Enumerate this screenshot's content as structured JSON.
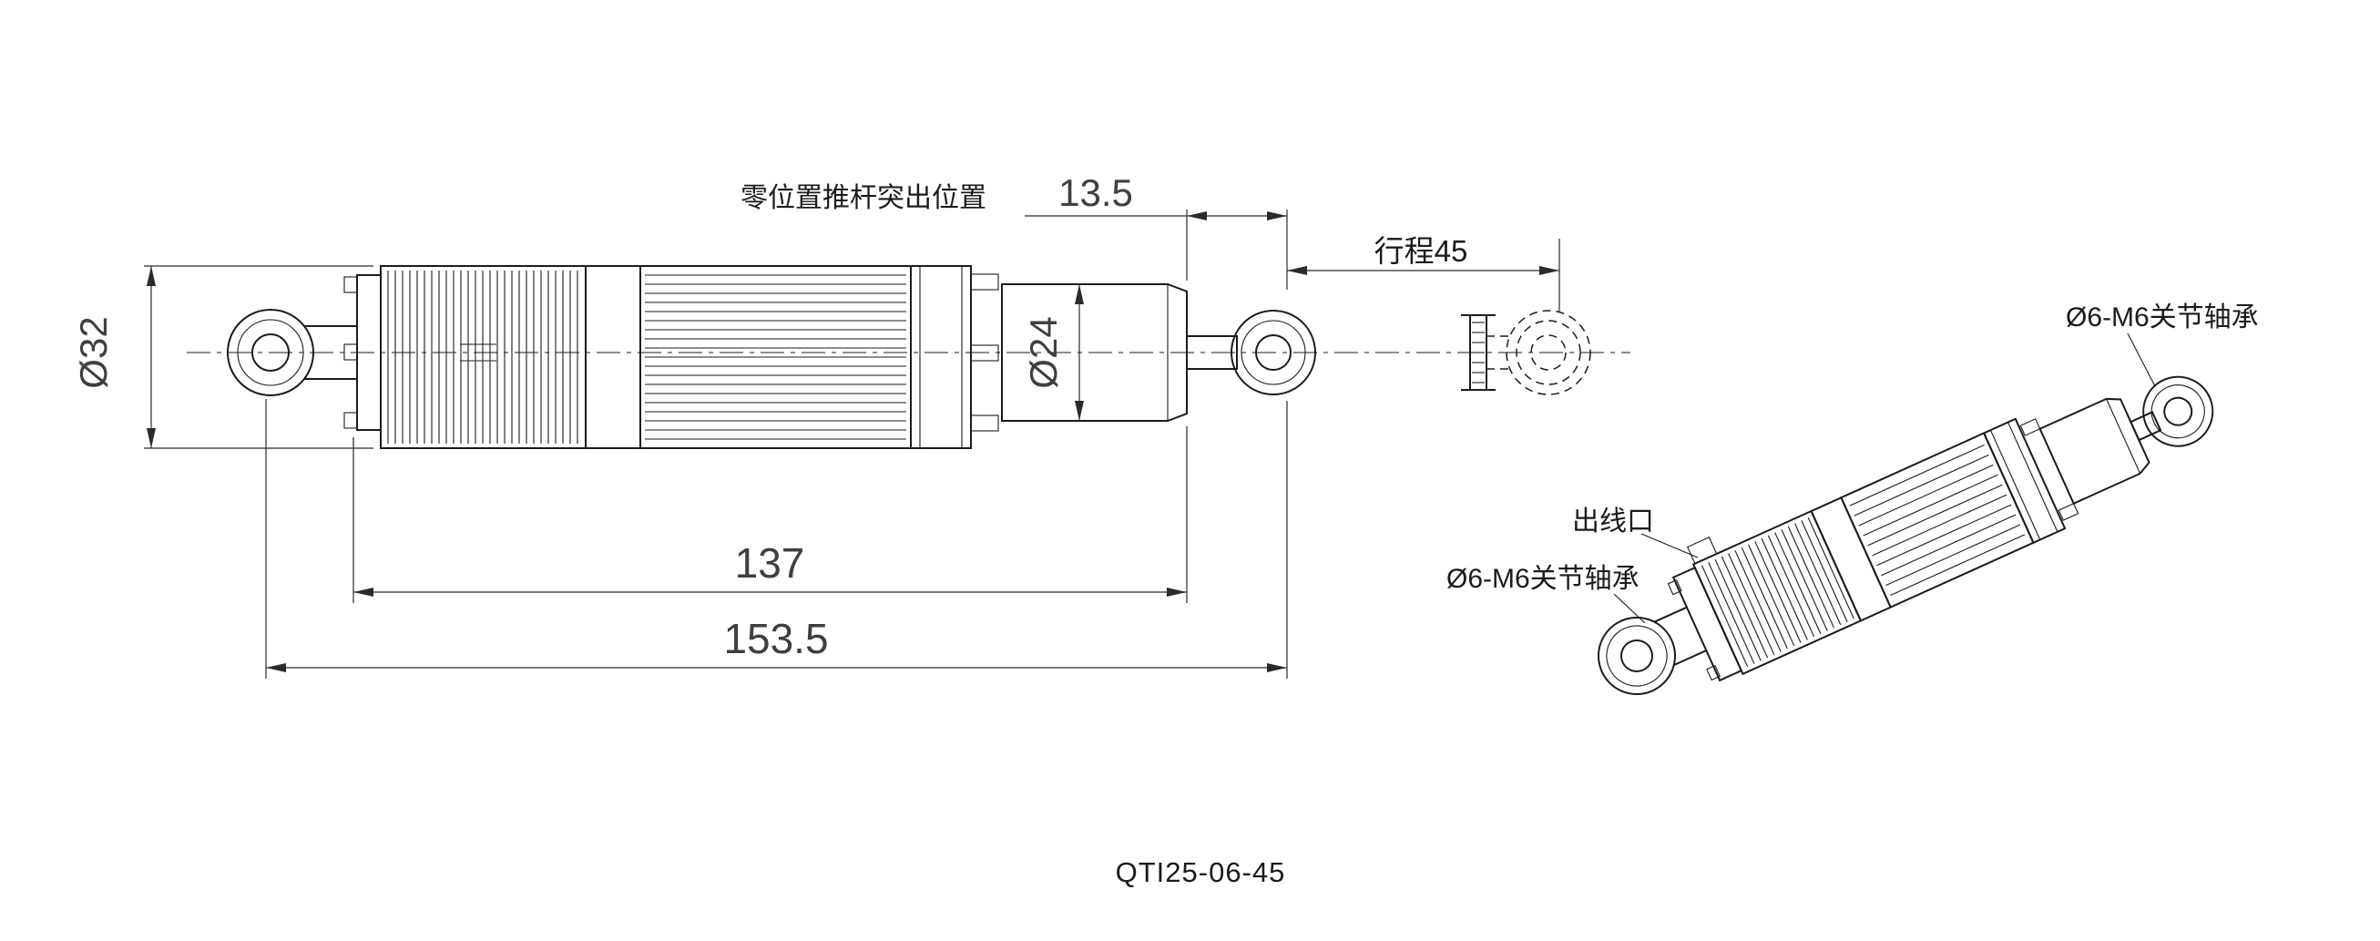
{
  "colors": {
    "line": "#1b1b1b",
    "background": "#ffffff"
  },
  "title_block": {
    "model": "QTI25-06-45"
  },
  "front_view": {
    "zero_position_label": "零位置推杆突出位置",
    "protrusion": "13.5",
    "stroke": "行程45",
    "body_diameter": "Ø32",
    "rod_diameter": "Ø24",
    "body_length": "137",
    "overall_length": "153.5"
  },
  "iso_view": {
    "bearing_top": "Ø6-M6关节轴承",
    "bearing_bottom": "Ø6-M6关节轴承",
    "wire_outlet": "出线口"
  }
}
